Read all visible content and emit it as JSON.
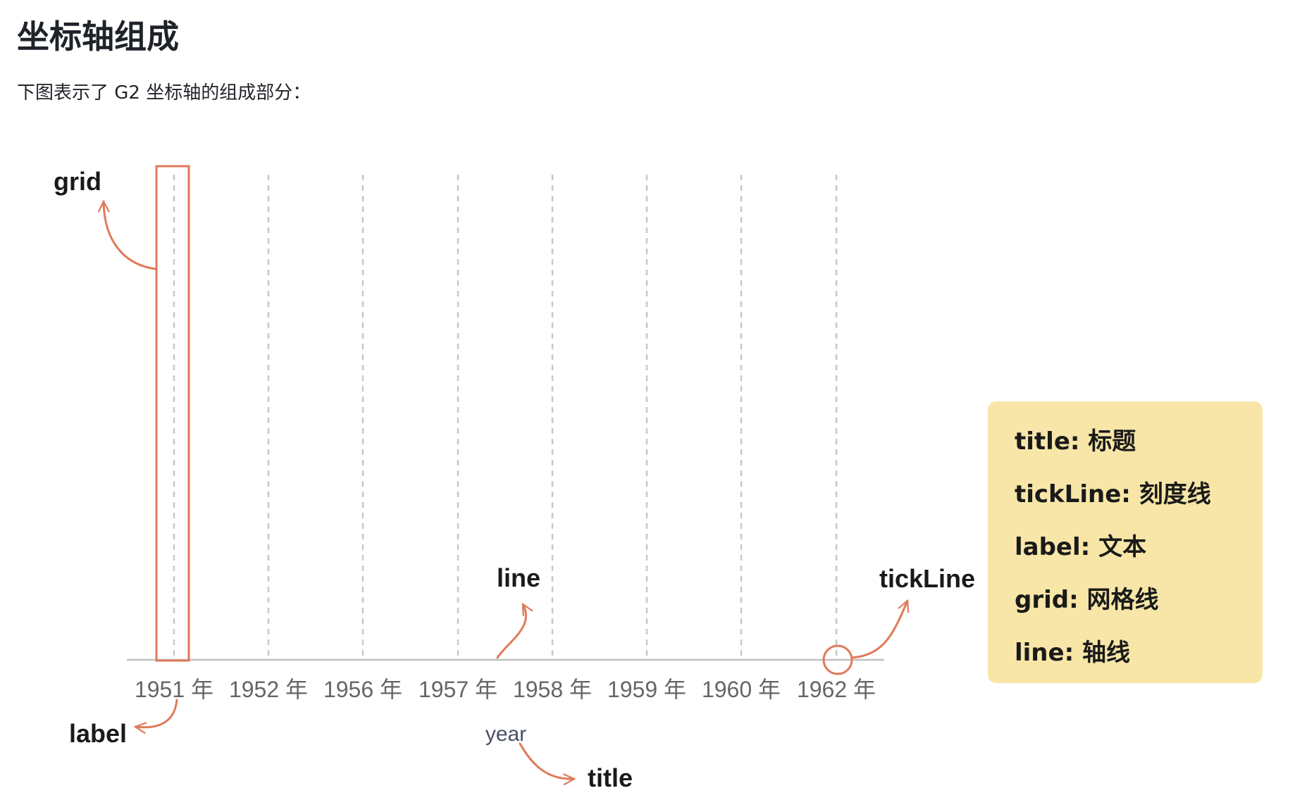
{
  "heading": "坐标轴组成",
  "intro": "下图表示了 G2 坐标轴的组成部分：",
  "colors": {
    "annotation": "#e07a5a",
    "grid": "#c8c8c8",
    "axis_line": "#c0c0c0",
    "tick_label": "#666666",
    "legend_background": "#f7e6a7"
  },
  "axis": {
    "ticks": [
      "1951 年",
      "1952 年",
      "1956 年",
      "1957 年",
      "1958 年",
      "1959 年",
      "1960 年",
      "1962 年"
    ],
    "title": "year"
  },
  "annotations": {
    "grid": "grid",
    "line": "line",
    "tickLine": "tickLine",
    "label": "label",
    "title": "title"
  },
  "legend": [
    "title: 标题",
    "tickLine: 刻度线",
    "label: 文本",
    "grid: 网格线",
    "line: 轴线"
  ]
}
